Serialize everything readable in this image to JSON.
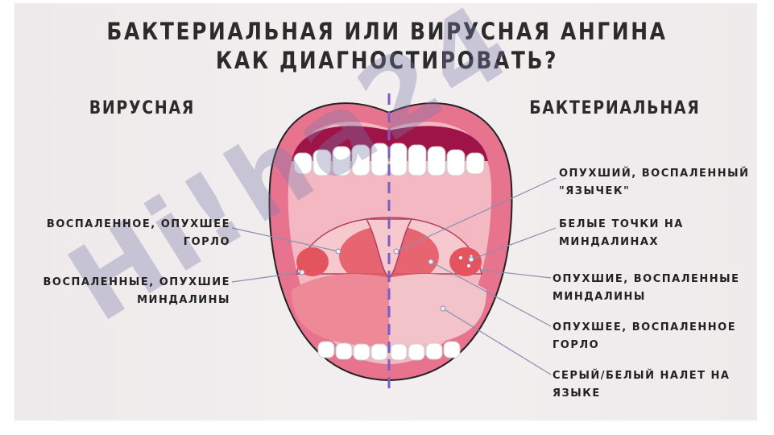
{
  "title": {
    "line1": "БАКТЕРИАЛЬНАЯ ИЛИ ВИРУСНАЯ АНГИНА",
    "line2": "КАК ДИАГНОСТИРОВАТЬ?"
  },
  "left": {
    "heading": "ВИРУСНАЯ",
    "labels": [
      {
        "line1": "ВОСПАЛЕННОЕ, ОПУХШЕЕ",
        "line2": "ГОРЛО"
      },
      {
        "line1": "ВОСПАЛЕННЫЕ, ОПУХШИЕ",
        "line2": "МИНДАЛИНЫ"
      }
    ]
  },
  "right": {
    "heading": "БАКТЕРИАЛЬНАЯ",
    "labels": [
      {
        "line1": "ОПУХШИЙ, ВОСПАЛЕННЫЙ",
        "line2": "\"ЯЗЫЧЕК\""
      },
      {
        "line1": "БЕЛЫЕ ТОЧКИ НА",
        "line2": "МИНДАЛИНАХ"
      },
      {
        "line1": "ОПУХШИЕ, ВОСПАЛЕННЫЕ",
        "line2": "МИНДАЛИНЫ"
      },
      {
        "line1": "ОПУХШЕЕ, ВОСПАЛЕННОЕ",
        "line2": "ГОРЛО"
      },
      {
        "line1": "СЕРЫЙ/БЕЛЫЙ НАЛЕТ НА",
        "line2": "ЯЗЫКЕ"
      }
    ]
  },
  "watermark": "Hi!ha24",
  "colors": {
    "lip": "#e8738f",
    "gum": "#9e1448",
    "throat": "#f0a0ae",
    "divider": "#7b5cc8"
  }
}
